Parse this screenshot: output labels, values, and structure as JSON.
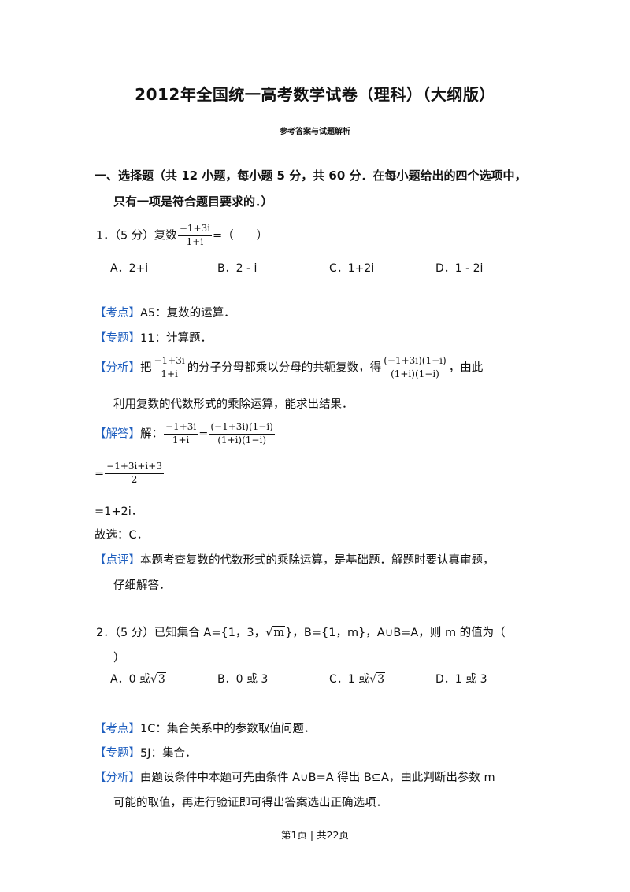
{
  "header": {
    "title": "2012年全国统一高考数学试卷（理科）（大纲版）",
    "subtitle": "参考答案与试题解析"
  },
  "section": {
    "line1": "一、选择题（共 12 小题，每小题 5 分，共 60 分．在每小题给出的四个选项中，",
    "line2": "只有一项是符合题目要求的．）"
  },
  "q1": {
    "number": "1．（5 分）复数",
    "frac_num": "−1+3i",
    "frac_den": "1+i",
    "tail": "=（　　）",
    "options": [
      "A．2+i",
      "B．2 - i",
      "C．1+2i",
      "D．1 - 2i"
    ],
    "kaodian_tag": "【考点】",
    "kaodian_text": "A5：复数的运算．",
    "zhuanti_tag": "【专题】",
    "zhuanti_text": "11：计算题．",
    "fenxi_tag": "【分析】",
    "fenxi_pre": "把",
    "fenxi_frac1_num": "−1+3i",
    "fenxi_frac1_den": "1+i",
    "fenxi_mid": "的分子分母都乘以分母的共轭复数，得",
    "fenxi_frac2_num": "(−1+3i)(1−i)",
    "fenxi_frac2_den": "(1+i)(1−i)",
    "fenxi_post": "，由此",
    "fenxi_line2": "利用复数的代数形式的乘除运算，能求出结果．",
    "jieda_tag": "【解答】",
    "jieda_pre": "解：",
    "jieda_frac1_num": "−1+3i",
    "jieda_frac1_den": "1+i",
    "jieda_eq": "=",
    "jieda_frac2_num": "(−1+3i)(1−i)",
    "jieda_frac2_den": "(1+i)(1−i)",
    "step2_eq": "=",
    "step2_num": "−1+3i+i+3",
    "step2_den": "2",
    "step3": "=1+2i．",
    "choice": "故选：C．",
    "dianping_tag": "【点评】",
    "dianping_line1": "本题考查复数的代数形式的乘除运算，是基础题．解题时要认真审题，",
    "dianping_line2": "仔细解答．"
  },
  "q2": {
    "stem_a": "2．（5 分）已知集合 A={1，3，",
    "stem_sqrt": "m",
    "stem_b": "}，B={1，m}，A∪B=A，则 m 的值为（",
    "stem_line2": "）",
    "options": [
      {
        "pre": "A．0 或",
        "rad": "3",
        "post": ""
      },
      {
        "pre": "B．0 或 3",
        "rad": "",
        "post": ""
      },
      {
        "pre": "C．1 或",
        "rad": "3",
        "post": ""
      },
      {
        "pre": "D．1 或 3",
        "rad": "",
        "post": ""
      }
    ],
    "kaodian_tag": "【考点】",
    "kaodian_text": "1C：集合关系中的参数取值问题．",
    "zhuanti_tag": "【专题】",
    "zhuanti_text": "5J：集合．",
    "fenxi_tag": "【分析】",
    "fenxi_line1": "由题设条件中本题可先由条件 A∪B=A 得出 B⊆A，由此判断出参数 m",
    "fenxi_line2": "可能的取值，再进行验证即可得出答案选出正确选项．"
  },
  "footer": {
    "page": "第1页 | 共22页"
  },
  "colors": {
    "tag": "#1f5fbf",
    "text": "#111111"
  }
}
